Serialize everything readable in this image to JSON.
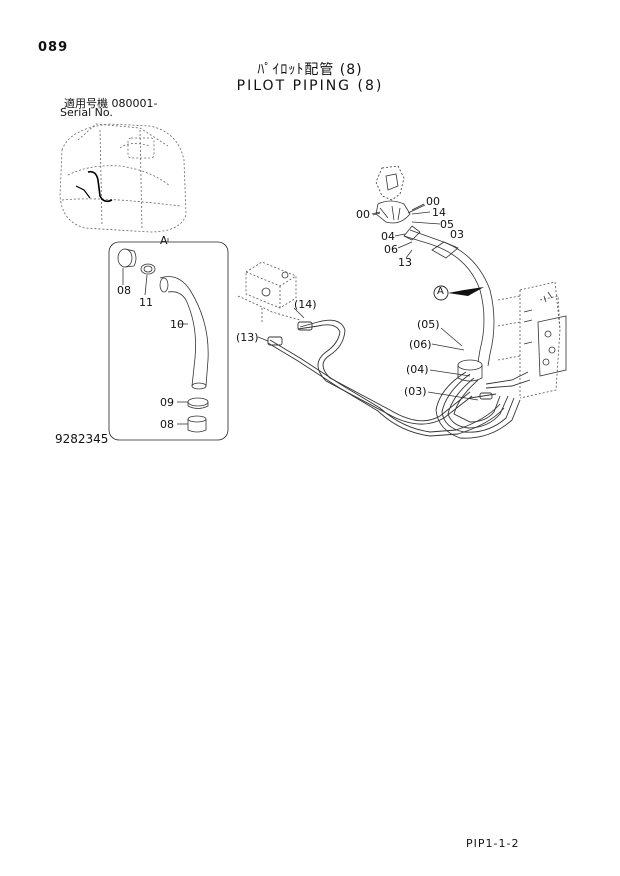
{
  "header": {
    "page_number": "089",
    "title_jp": "ﾊﾟｲﾛｯﾄ配管 (8)",
    "title_en": "PILOT PIPING (8)",
    "serial_label_jp": "適用号機 080001-",
    "serial_label_en": "Serial No."
  },
  "diagram": {
    "reference_number": "9282345",
    "detail_view_label": "A",
    "view_arrow_label": "A",
    "detail_parts": [
      "08",
      "11",
      "10",
      "09",
      "08"
    ],
    "main_parts": [
      "00",
      "00",
      "14",
      "05",
      "04",
      "03",
      "06",
      "13"
    ],
    "hidden_parts": [
      "(14)",
      "(13)",
      "(05)",
      "(06)",
      "(04)",
      "(03)"
    ]
  },
  "footer": {
    "page_code": "PIP1-1-2"
  }
}
